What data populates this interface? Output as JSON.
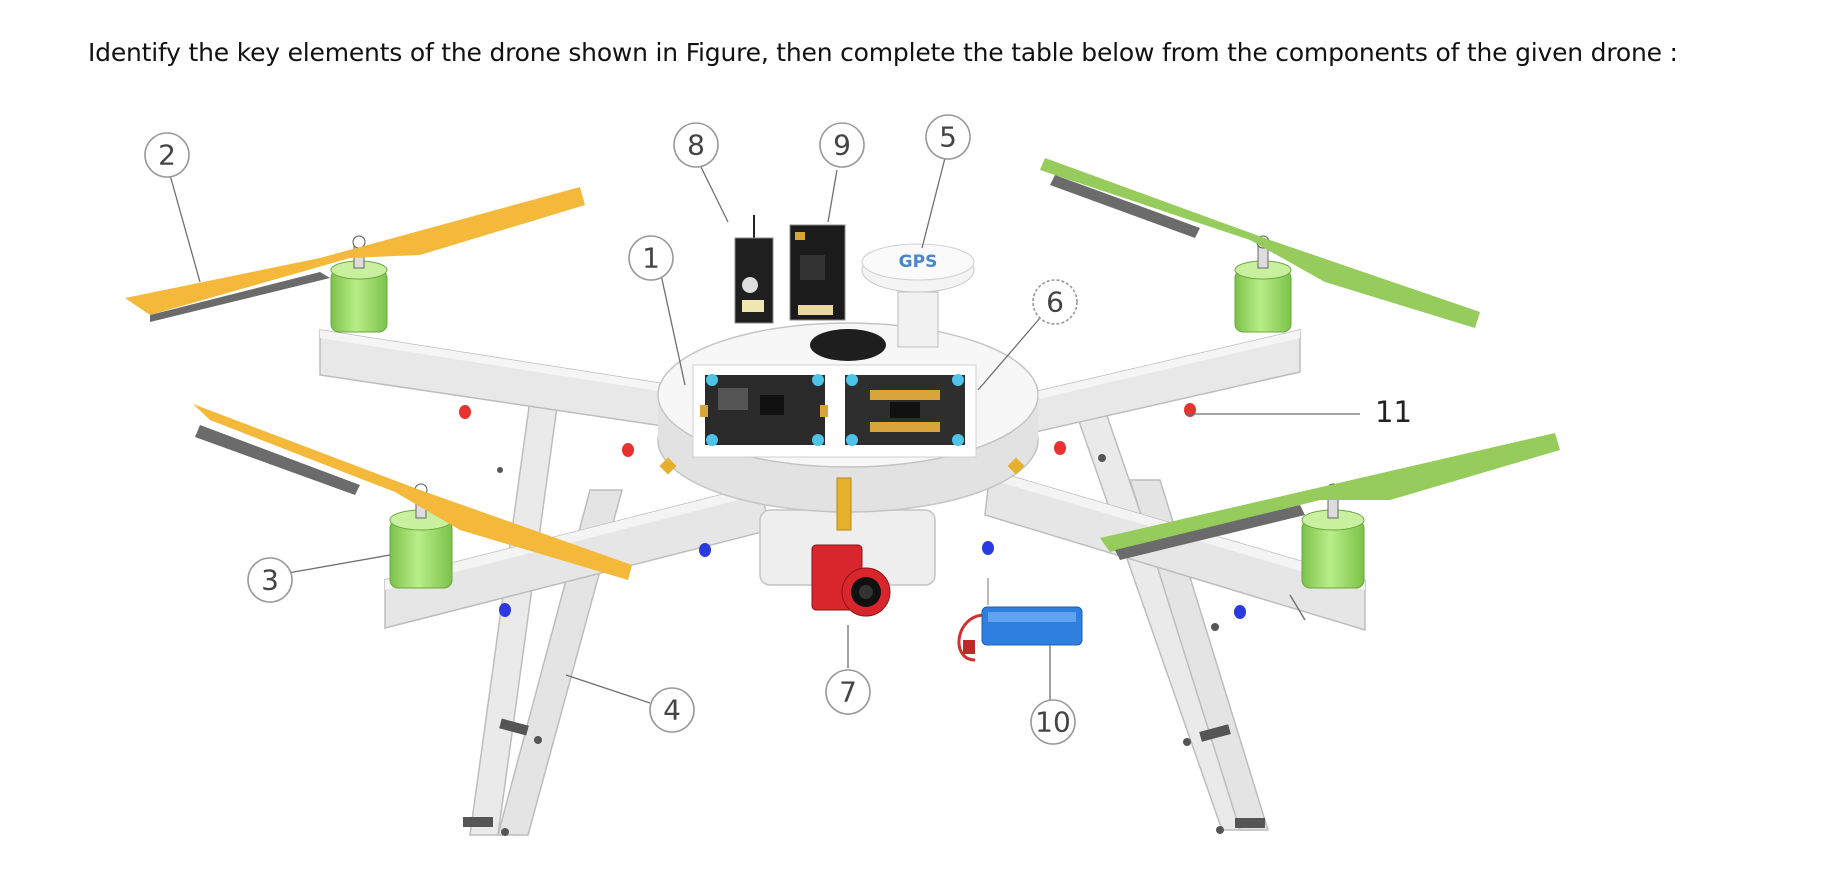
{
  "question": "Identify the key elements of the drone shown in Figure, then complete the table below from the components of the given drone :",
  "gps_label": "GPS",
  "callouts": [
    {
      "id": "1",
      "label": "1"
    },
    {
      "id": "2",
      "label": "2"
    },
    {
      "id": "3",
      "label": "3"
    },
    {
      "id": "4",
      "label": "4"
    },
    {
      "id": "5",
      "label": "5"
    },
    {
      "id": "6",
      "label": "6"
    },
    {
      "id": "7",
      "label": "7"
    },
    {
      "id": "8",
      "label": "8"
    },
    {
      "id": "9",
      "label": "9"
    },
    {
      "id": "10",
      "label": "10"
    },
    {
      "id": "11",
      "label": "11"
    }
  ],
  "colors": {
    "frame": "#e6e6e6",
    "frame_edge": "#bdbdbd",
    "propeller_yellow": "#f4b93a",
    "propeller_green": "#95cc5c",
    "motor_green": "#9fdc6a",
    "camera_red": "#e0252b",
    "battery_blue": "#2f7fe0",
    "gps_text": "#4a86c8"
  }
}
